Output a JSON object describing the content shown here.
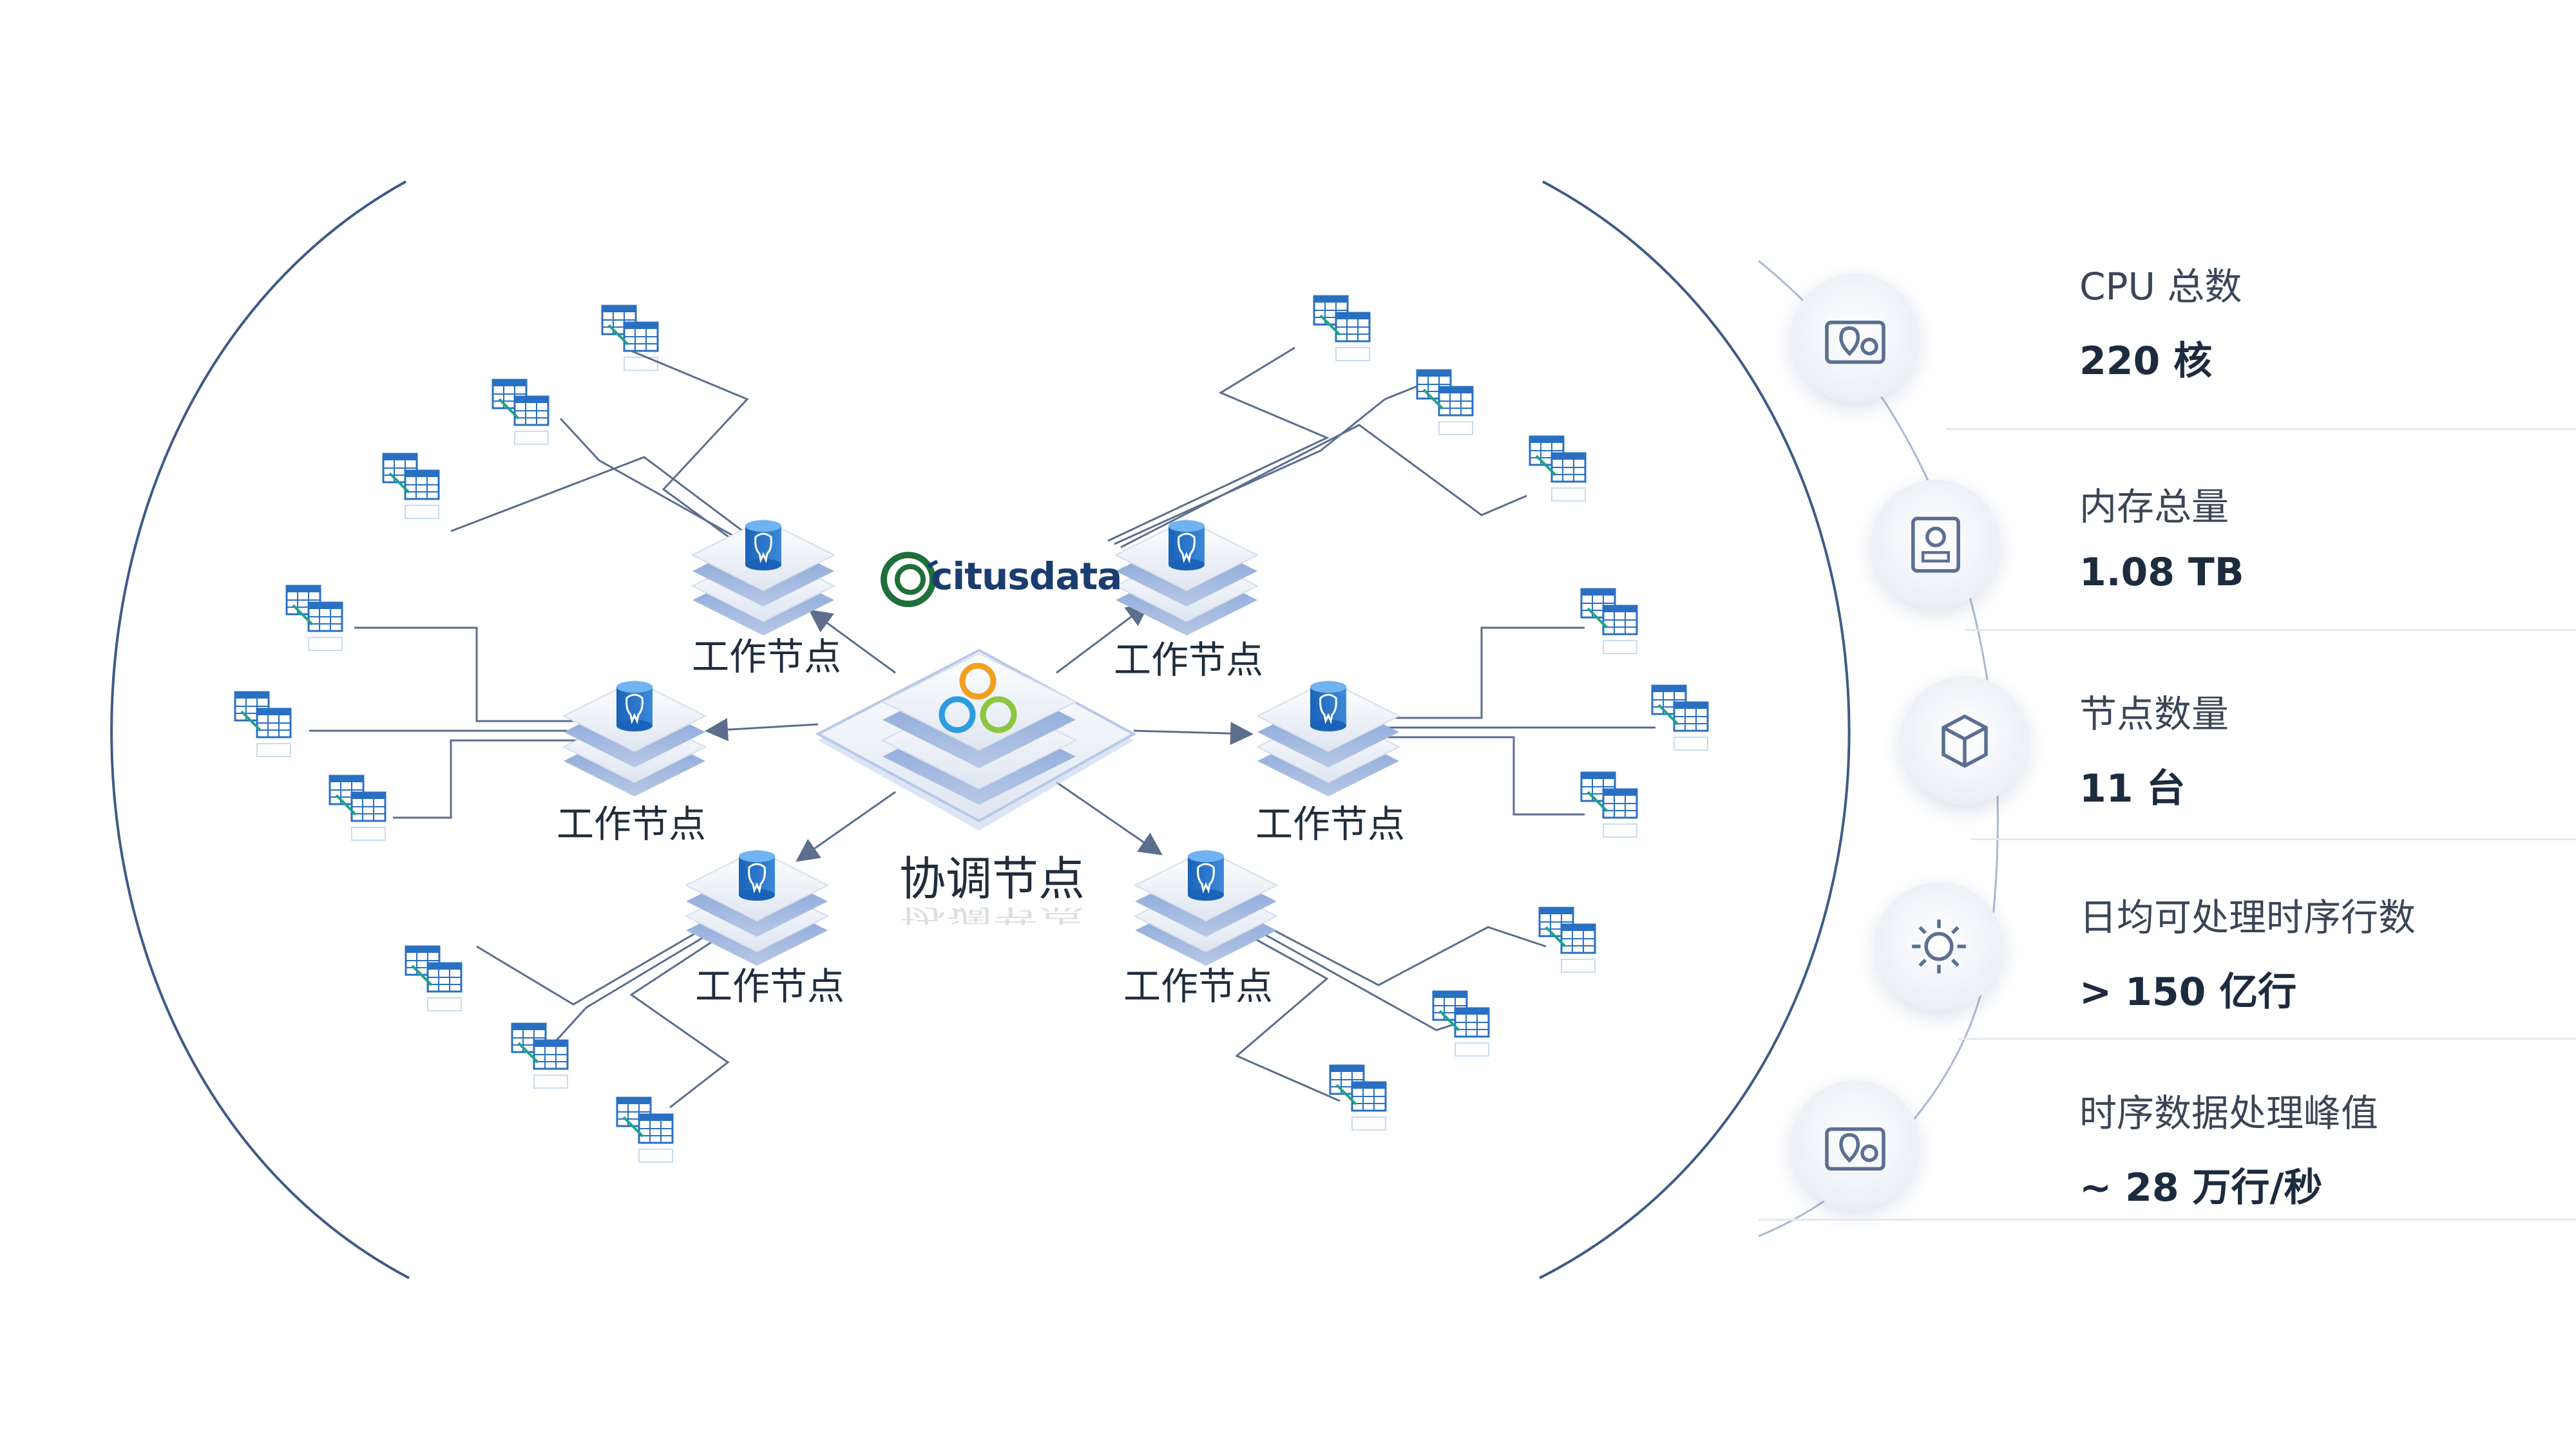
{
  "logo": {
    "text": "citusdata"
  },
  "coordinator": {
    "label": "协调节点"
  },
  "workers": [
    {
      "id": "w1",
      "label": "工作节点"
    },
    {
      "id": "w2",
      "label": "工作节点"
    },
    {
      "id": "w3",
      "label": "工作节点"
    },
    {
      "id": "w4",
      "label": "工作节点"
    },
    {
      "id": "w5",
      "label": "工作节点"
    },
    {
      "id": "w6",
      "label": "工作节点"
    }
  ],
  "stats": [
    {
      "title": "CPU 总数",
      "value": "220 核",
      "icon": "map-location-icon"
    },
    {
      "title": "内存总量",
      "value": "1.08 TB",
      "icon": "clipboard-icon"
    },
    {
      "title": "节点数量",
      "value": "11 台",
      "icon": "box-icon"
    },
    {
      "title": "日均可处理时序行数",
      "value": "> 150 亿行",
      "icon": "sun-gear-icon"
    },
    {
      "title": "时序数据处理峰值",
      "value": "~ 28 万行/秒",
      "icon": "map-pin-icon"
    }
  ],
  "colors": {
    "accent": "#3a78c9",
    "line": "#5c6e8c",
    "arc": "#3f5a86"
  }
}
